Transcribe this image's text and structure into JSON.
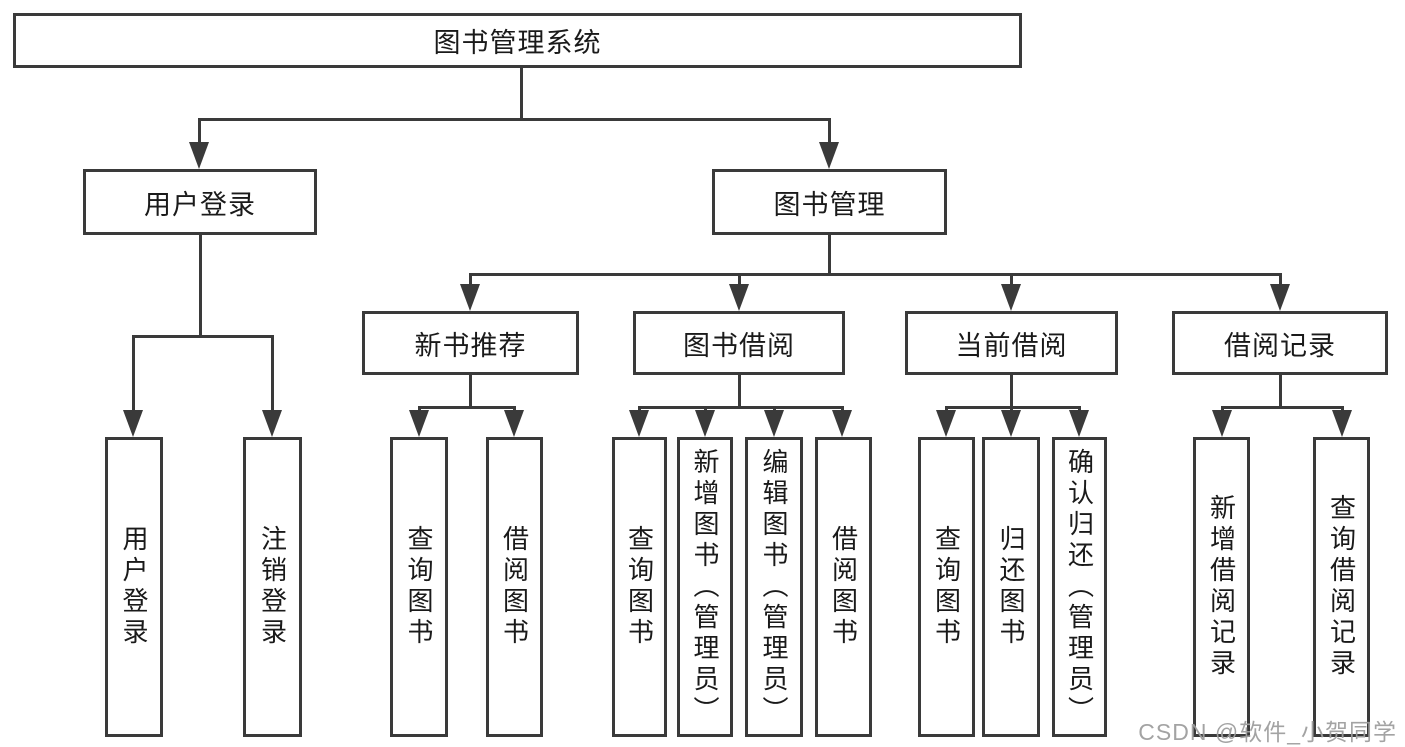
{
  "tree": {
    "label": "图书管理系统",
    "children": [
      {
        "label": "用户登录",
        "children": [
          {
            "label": "用户登录"
          },
          {
            "label": "注销登录"
          }
        ]
      },
      {
        "label": "图书管理",
        "children": [
          {
            "label": "新书推荐",
            "children": [
              {
                "label": "查询图书"
              },
              {
                "label": "借阅图书"
              }
            ]
          },
          {
            "label": "图书借阅",
            "children": [
              {
                "label": "查询图书"
              },
              {
                "label": "新增图书（管理员）"
              },
              {
                "label": "编辑图书（管理员）"
              },
              {
                "label": "借阅图书"
              }
            ]
          },
          {
            "label": "当前借阅",
            "children": [
              {
                "label": "查询图书"
              },
              {
                "label": "归还图书"
              },
              {
                "label": "确认归还（管理员）"
              }
            ]
          },
          {
            "label": "借阅记录",
            "children": [
              {
                "label": "新增借阅记录"
              },
              {
                "label": "查询借阅记录"
              }
            ]
          }
        ]
      }
    ]
  },
  "watermark": {
    "text": "CSDN @软件_小贺同学"
  },
  "colors": {
    "line": "#3a3a3a",
    "text": "#1a1a1a",
    "box_fill": "#ffffff",
    "watermark": "#9e9e9e",
    "background": "#ffffff"
  }
}
